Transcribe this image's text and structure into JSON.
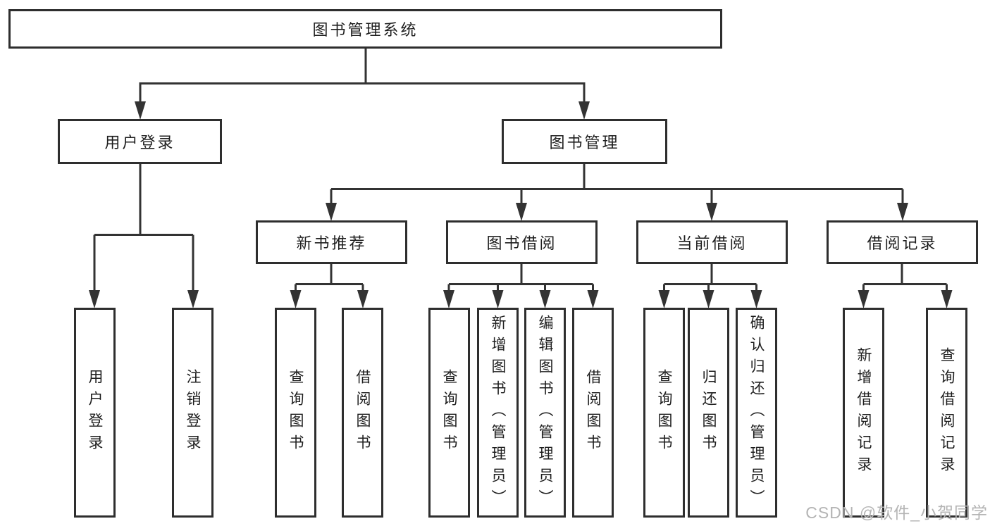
{
  "diagram_title": "图书管理系统",
  "tree": {
    "label": "图书管理系统",
    "children": [
      {
        "label": "用户登录",
        "children": [
          {
            "label": "用户登录"
          },
          {
            "label": "注销登录"
          }
        ]
      },
      {
        "label": "图书管理",
        "children": [
          {
            "label": "新书推荐",
            "children": [
              {
                "label": "查询图书"
              },
              {
                "label": "借阅图书"
              }
            ]
          },
          {
            "label": "图书借阅",
            "children": [
              {
                "label": "查询图书"
              },
              {
                "label": "新增图书（管理员）"
              },
              {
                "label": "编辑图书（管理员）"
              },
              {
                "label": "借阅图书"
              }
            ]
          },
          {
            "label": "当前借阅",
            "children": [
              {
                "label": "查询图书"
              },
              {
                "label": "归还图书"
              },
              {
                "label": "确认归还（管理员）"
              }
            ]
          },
          {
            "label": "借阅记录",
            "children": [
              {
                "label": "新增借阅记录"
              },
              {
                "label": "查询借阅记录"
              }
            ]
          }
        ]
      }
    ]
  },
  "watermark": {
    "text": "CSDN @软件_小贺同学"
  },
  "colors": {
    "line": "#333333",
    "box_border": "#2e2e2e",
    "text": "#1e1e1e",
    "background": "#ffffff",
    "watermark": "#b4b4b4"
  }
}
